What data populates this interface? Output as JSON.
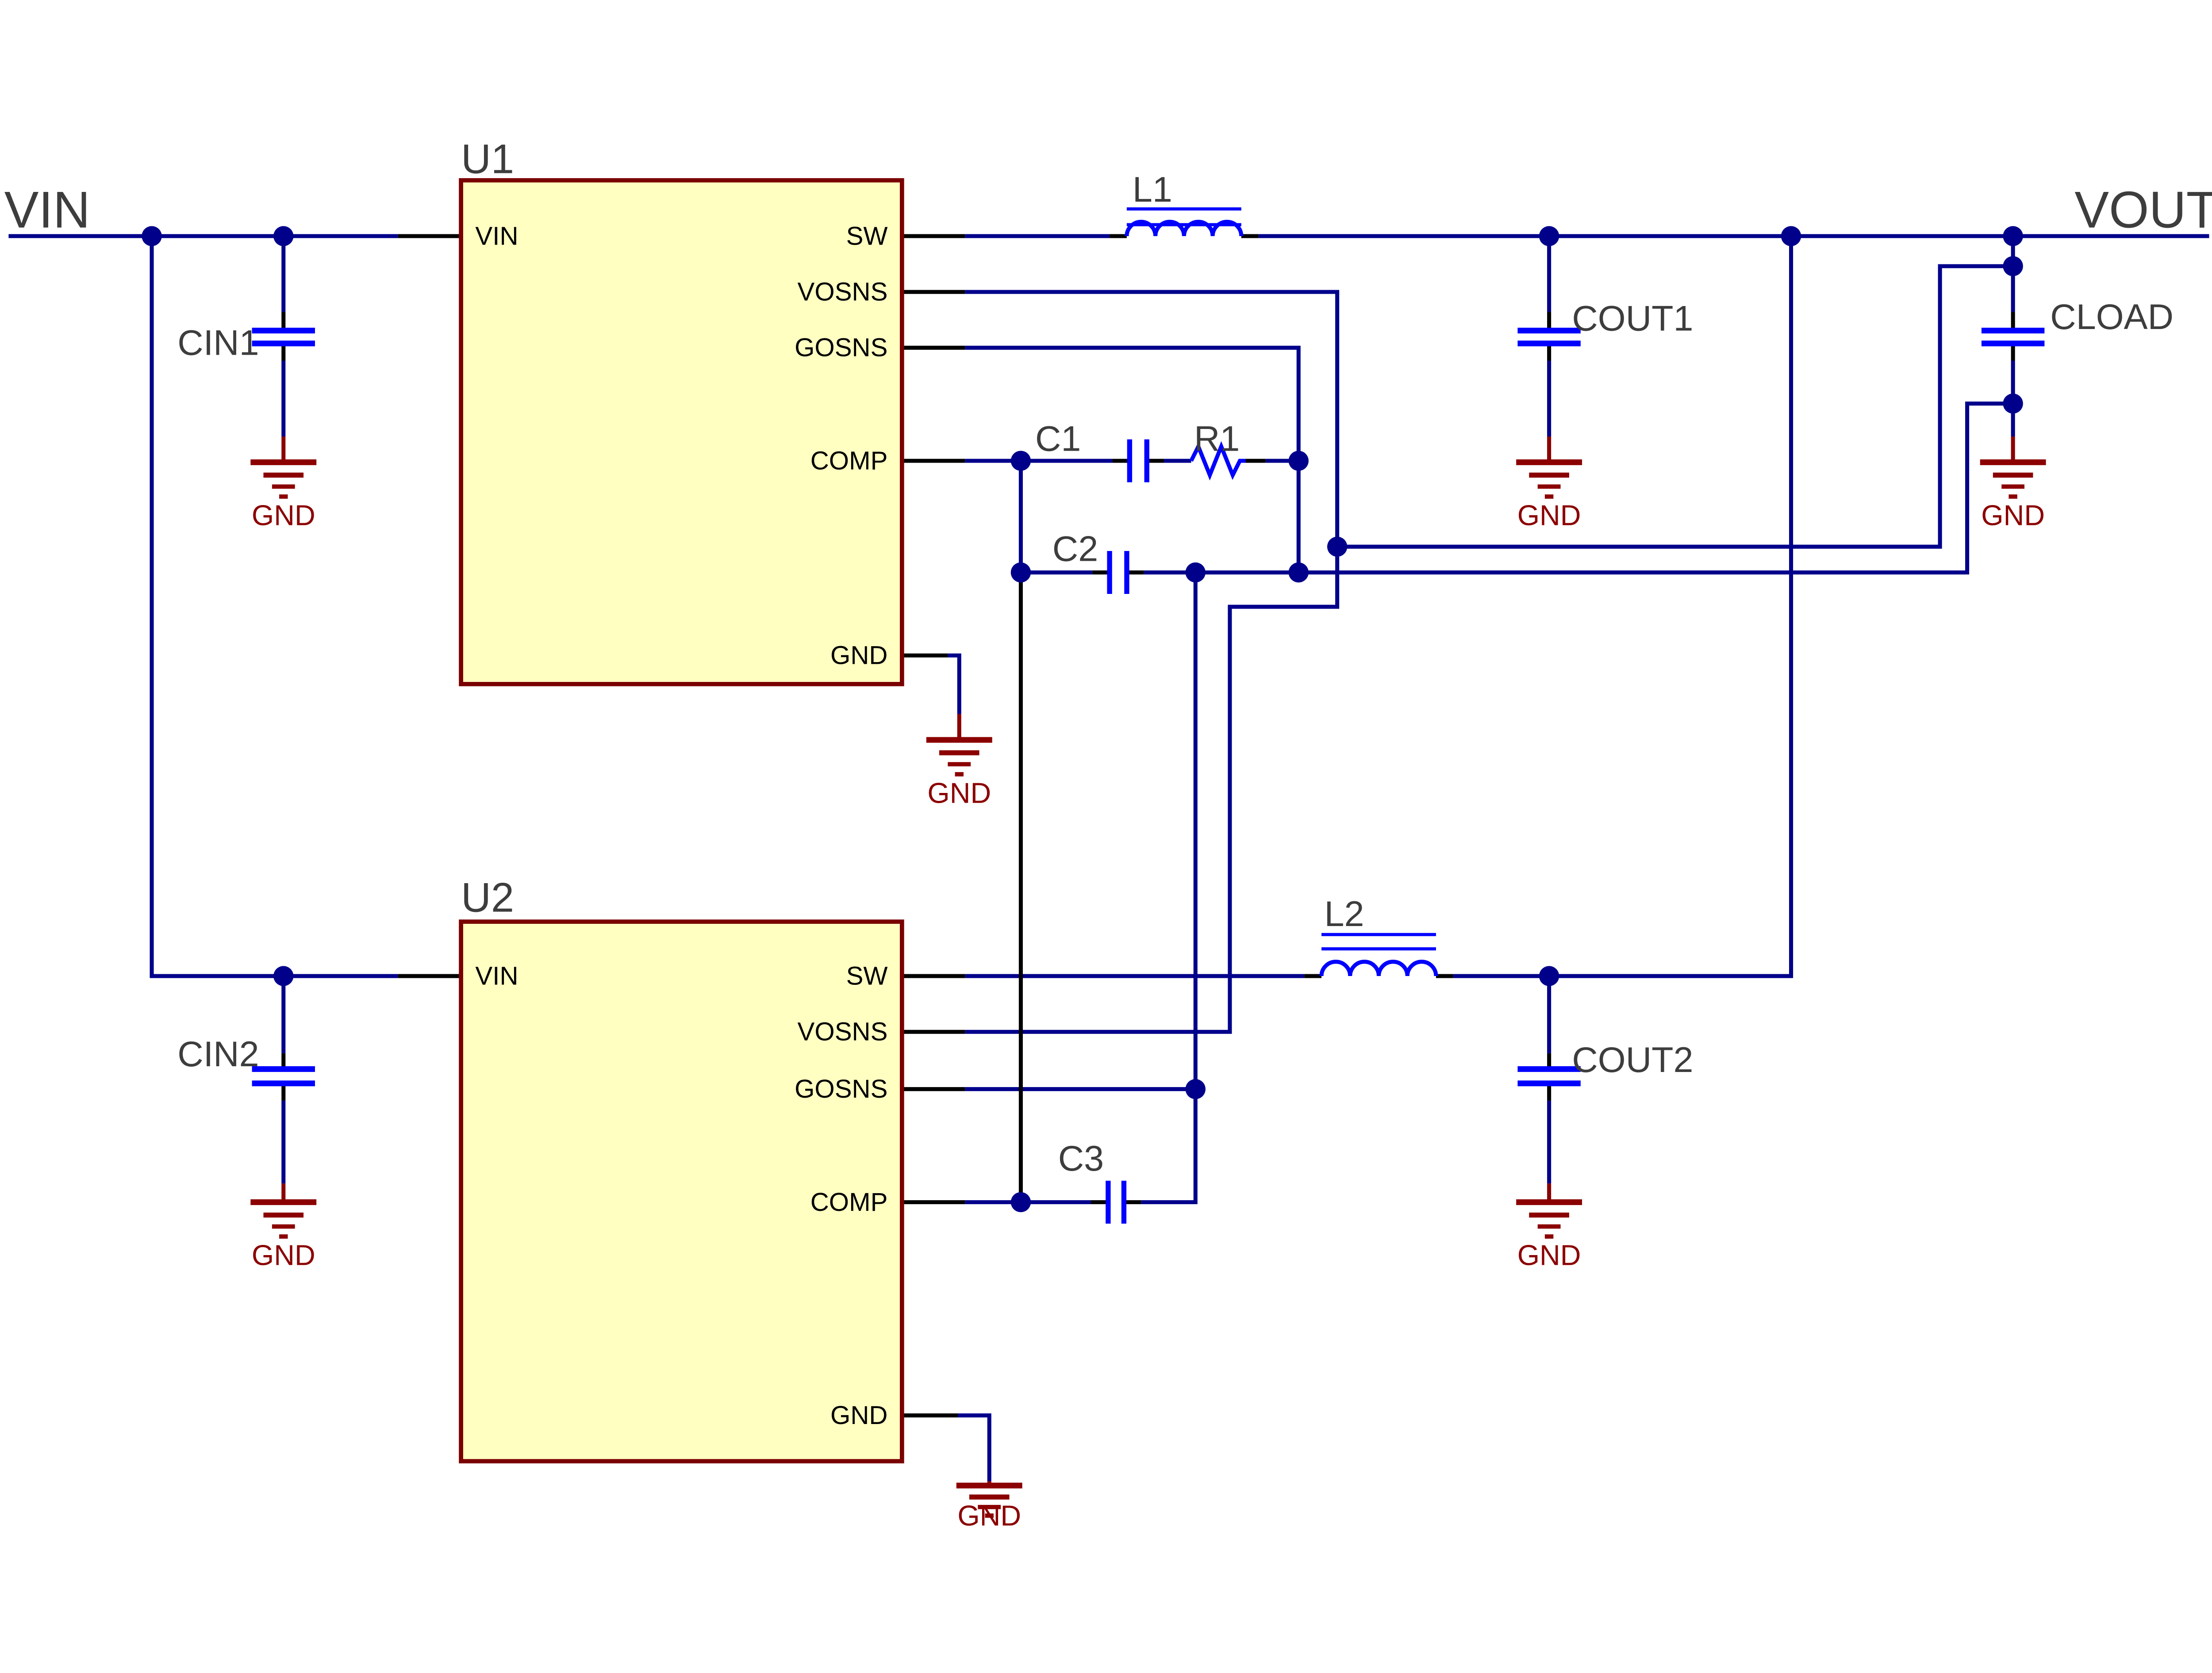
{
  "diagram": {
    "type": "schematic",
    "description": "Two paralleled buck converter ICs sharing VIN, VOUT, COMP and remote sense lines",
    "net_labels": {
      "vin": "VIN",
      "vout": "VOUT"
    },
    "ground_label": "GND",
    "ics": [
      {
        "ref": "U1",
        "pins": {
          "vin": "VIN",
          "sw": "SW",
          "vosns": "VOSNS",
          "gosns": "GOSNS",
          "comp": "COMP",
          "gnd": "GND"
        }
      },
      {
        "ref": "U2",
        "pins": {
          "vin": "VIN",
          "sw": "SW",
          "vosns": "VOSNS",
          "gosns": "GOSNS",
          "comp": "COMP",
          "gnd": "GND"
        }
      }
    ],
    "components": {
      "cin1": "CIN1",
      "cin2": "CIN2",
      "cout1": "COUT1",
      "cout2": "COUT2",
      "cload": "CLOAD",
      "l1": "L1",
      "l2": "L2",
      "c1": "C1",
      "c2": "C2",
      "c3": "C3",
      "r1": "R1"
    },
    "colors": {
      "wire": "#00008B",
      "component_body": "#0000FF",
      "pin_lead": "#000000",
      "ground": "#8B0000",
      "ic_fill": "#FFFFC2",
      "ic_border": "#7A0000",
      "label_text": "#3D3D3D",
      "pin_text": "#000000",
      "background": "#FFFFFF"
    }
  }
}
